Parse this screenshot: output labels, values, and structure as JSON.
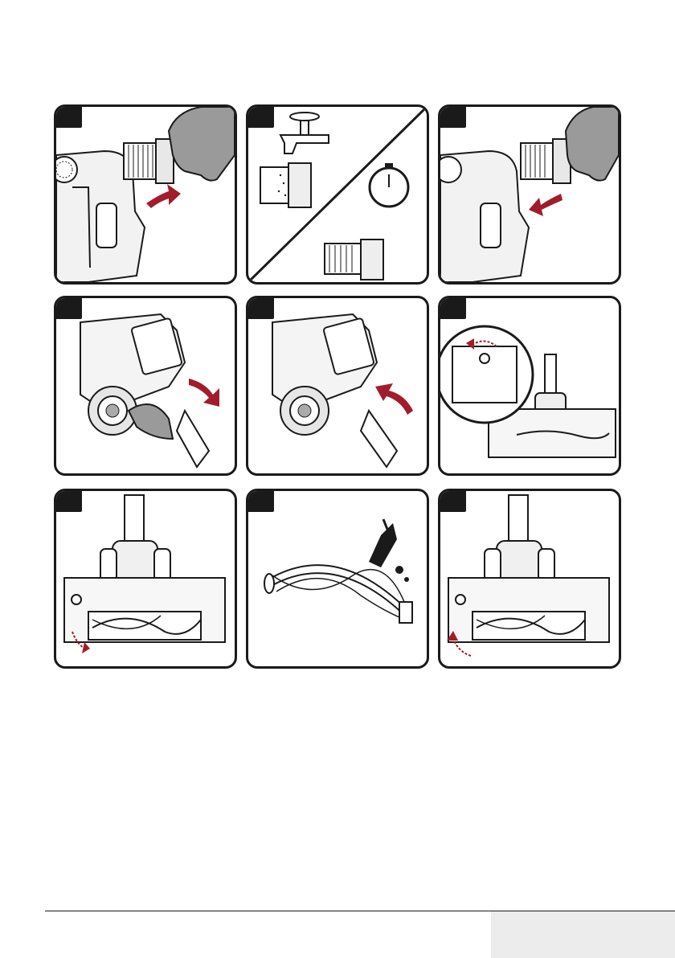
{
  "page": {
    "title": "",
    "page_number": ""
  },
  "panels": [
    {
      "id": "step-1",
      "icon": "filter-remove-icon"
    },
    {
      "id": "step-2",
      "icon": "filter-wash-dry-icon"
    },
    {
      "id": "step-3",
      "icon": "filter-insert-icon"
    },
    {
      "id": "step-4",
      "icon": "battery-remove-icon"
    },
    {
      "id": "step-5",
      "icon": "battery-insert-icon"
    },
    {
      "id": "step-6",
      "icon": "brush-cover-unlock-icon"
    },
    {
      "id": "step-7",
      "icon": "brush-roll-remove-icon"
    },
    {
      "id": "step-8",
      "icon": "brush-roll-clean-icon"
    },
    {
      "id": "step-9",
      "icon": "brush-roll-insert-icon"
    }
  ],
  "colors": {
    "accent": "#a11d2b",
    "outline": "#1a1a1a",
    "skin": "#9a9a9a",
    "footer_bg": "#ececec"
  }
}
